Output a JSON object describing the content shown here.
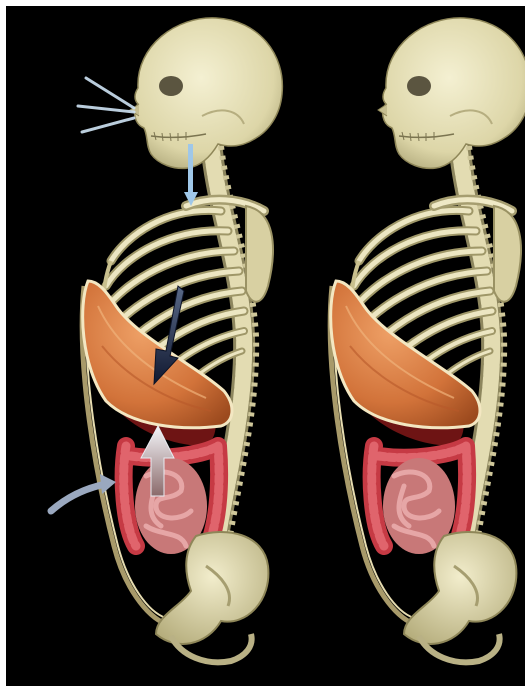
{
  "image": {
    "background": "#000000",
    "border": "#ffffff",
    "figures": [
      {
        "name": "skeleton-inhale",
        "arrows": [
          "air-inflow",
          "diaphragm-down",
          "viscera-up",
          "abdomen-in"
        ]
      },
      {
        "name": "skeleton-exhale",
        "arrows": []
      }
    ],
    "colors": {
      "bone": "#e8e2b8",
      "bone_shade": "#b9b285",
      "diaphragm": "#d2733a",
      "diaphragm_light": "#e89a5c",
      "intestine": "#c8424a",
      "small_intestine": "#d98c8c",
      "liver": "#7a1a1a",
      "arrow_dark": "#1b2a4a",
      "arrow_light": "#dfe6f0",
      "arrow_blue": "#9fc7e8"
    }
  }
}
